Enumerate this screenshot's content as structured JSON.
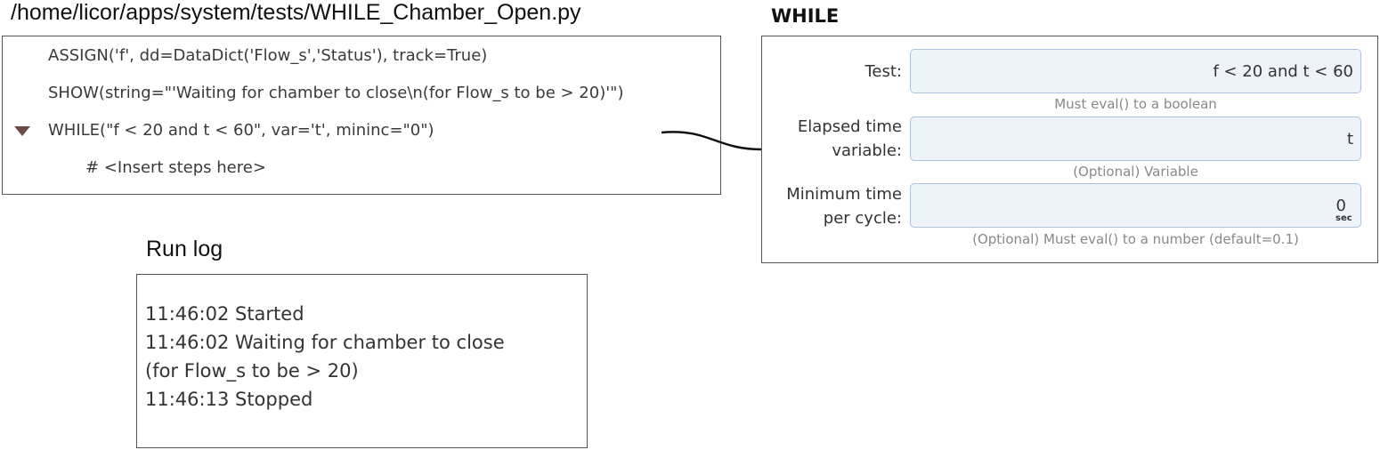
{
  "file_path": "/home/licor/apps/system/tests/WHILE_Chamber_Open.py",
  "script": {
    "lines": [
      "ASSIGN('f',  dd=DataDict('Flow_s','Status'), track=True)",
      "SHOW(string=\"'Waiting for chamber to close\\n(for Flow_s to be > 20)'\")",
      "WHILE(\"f < 20 and t < 60\", var='t', mininc=\"0\")",
      "# <Insert steps here>"
    ],
    "toggle_icon": "triangle-down-icon"
  },
  "while_editor": {
    "title": "WHILE",
    "test": {
      "label": "Test:",
      "value": "f < 20 and t < 60",
      "hint": "Must eval() to a boolean"
    },
    "var": {
      "label_line1": "Elapsed time",
      "label_line2": "variable:",
      "value": "t",
      "hint": "(Optional) Variable"
    },
    "mininc": {
      "label_line1": "Minimum time",
      "label_line2": "per cycle:",
      "value": "0",
      "unit": "sec",
      "hint": "(Optional) Must eval() to a number (default=0.1)"
    }
  },
  "run_log": {
    "title": "Run log",
    "lines": [
      "11:46:02 Started",
      "11:46:02 Waiting for chamber to close",
      "(for Flow_s to be > 20)",
      "11:46:13 Stopped"
    ]
  },
  "colors": {
    "toggle": "#6b4b43",
    "input_bg": "#eef3fa",
    "input_border": "#a9c4de"
  }
}
